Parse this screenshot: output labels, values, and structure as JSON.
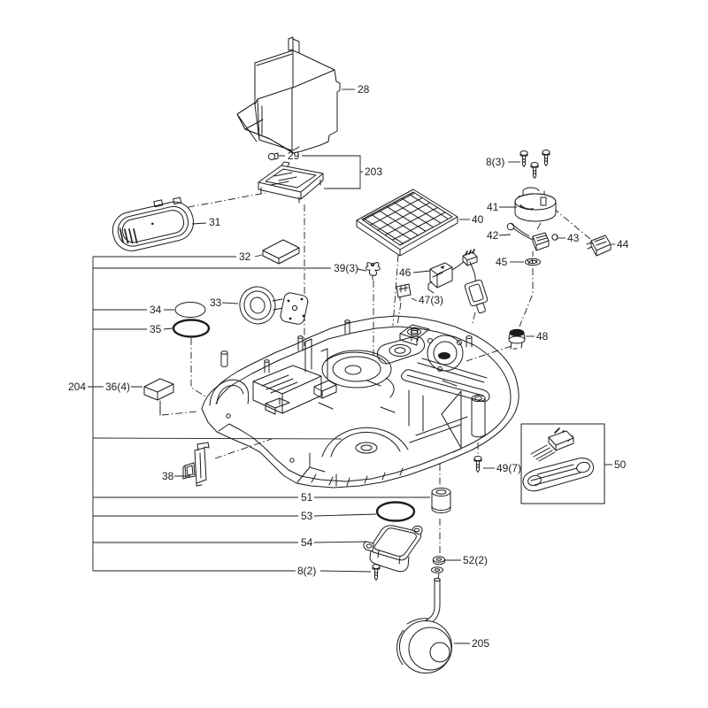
{
  "diagram": {
    "type": "exploded-parts-diagram",
    "background": "#ffffff",
    "line_color": "#1c1c1c",
    "labels": {
      "p28": "28",
      "p29": "29",
      "p203": "203",
      "p31": "31",
      "p32": "32",
      "p39": "39(3)",
      "p40": "40",
      "p8a": "8(3)",
      "p41": "41",
      "p42": "42",
      "p43": "43",
      "p44": "44",
      "p45": "45",
      "p46": "46",
      "p47": "47(3)",
      "p33": "33",
      "p34": "34",
      "p35": "35",
      "p48": "48",
      "p204": "204",
      "p36": "36(4)",
      "p38": "38",
      "p49": "49(7)",
      "p50": "50",
      "p51": "51",
      "p53": "53",
      "p54": "54",
      "p8b": "8(2)",
      "p52": "52(2)",
      "p205": "205"
    }
  }
}
